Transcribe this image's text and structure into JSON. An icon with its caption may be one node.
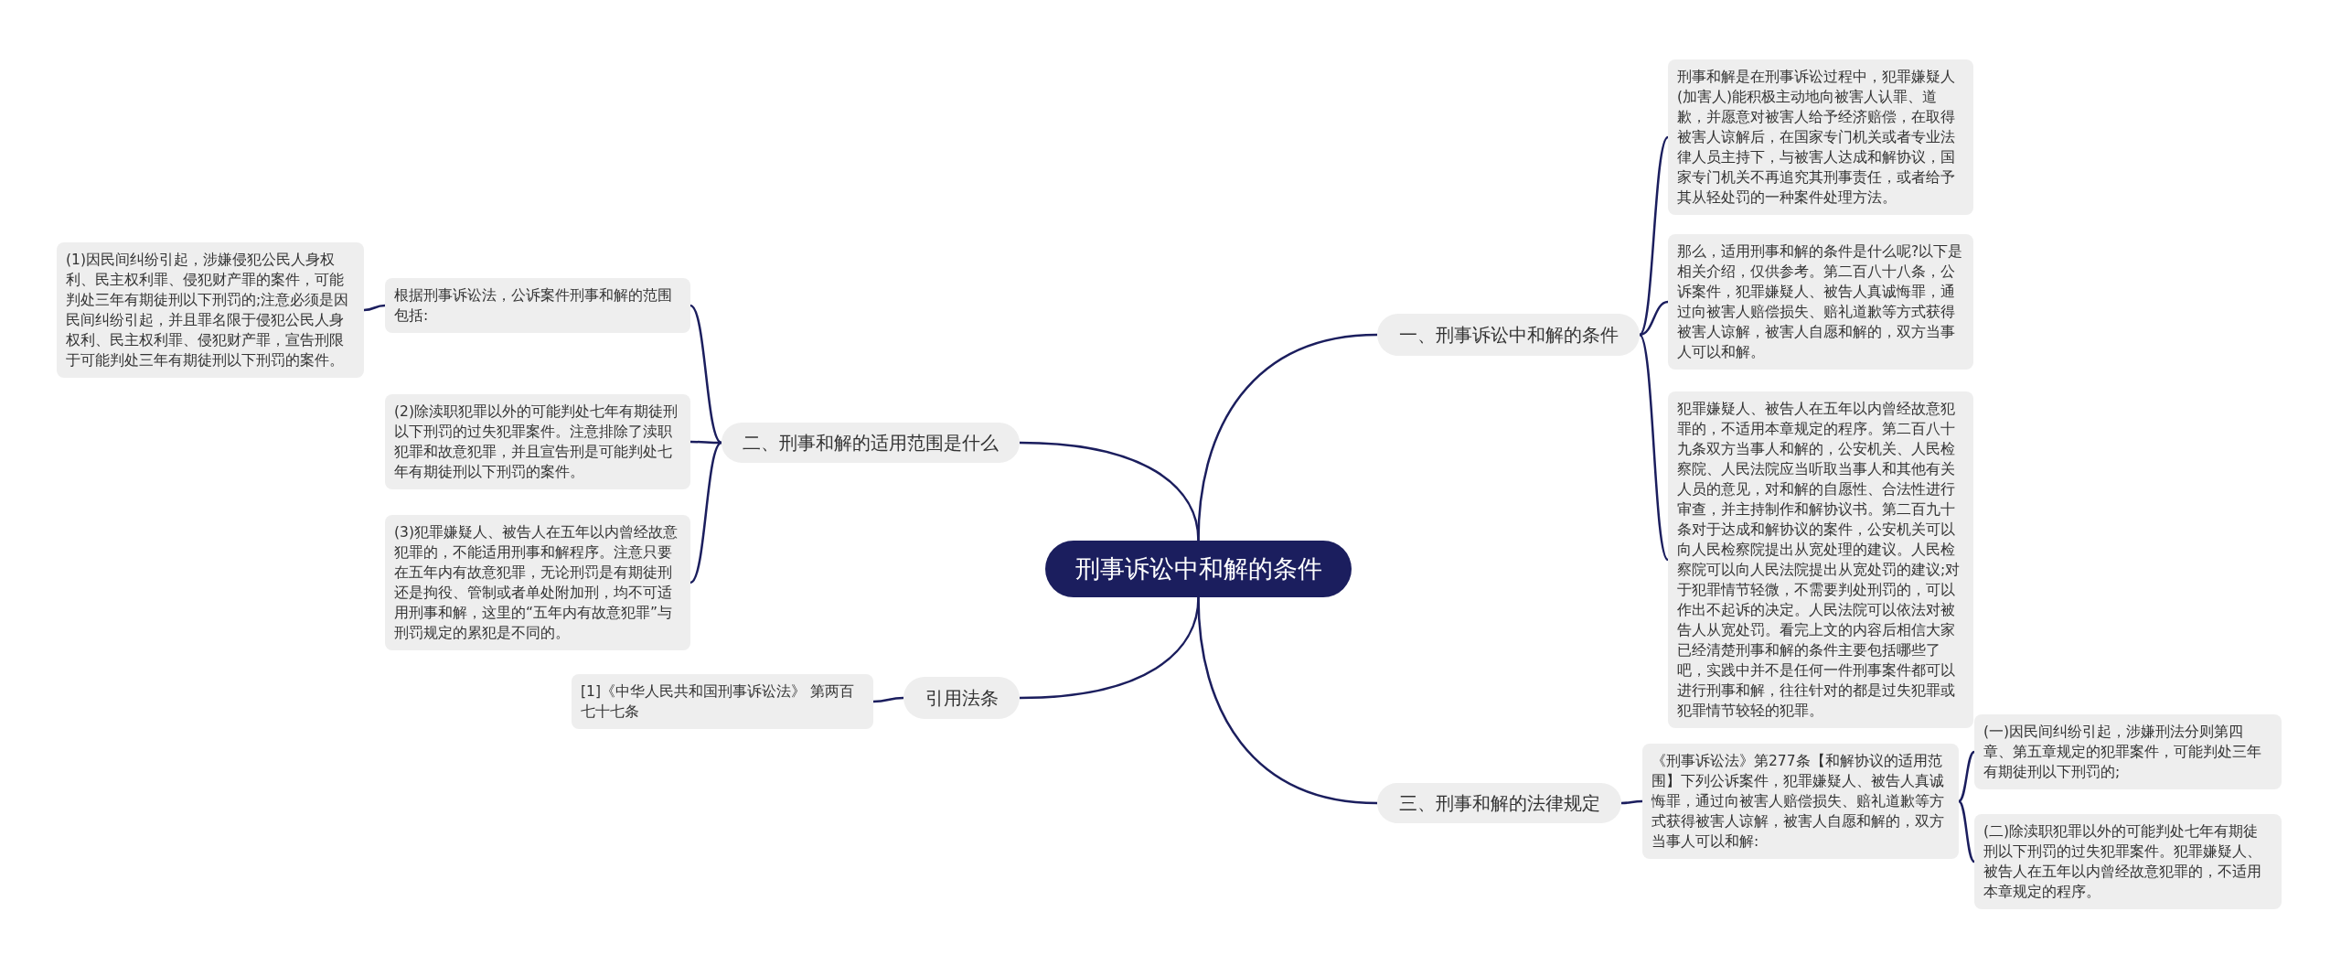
{
  "diagram": {
    "nodes": [
      {
        "text": [
          "刑事诉讼中和解的条件"
        ]
      },
      {
        "text": [
          "一、刑事诉讼中和解的条件"
        ]
      },
      {
        "text": [
          "刑事和解是在刑事诉讼过程中，犯罪嫌疑人(加害人)能积极主动地向被害人认罪、道歉，并愿意对被害人给予经济赔偿，在取得被害人谅解后，在国家专门机关或者专业法律人员主持下，与被害人达成和解协议，国家专门机关不再追究其刑事责任，或者给予其从轻处罚的一种案件处理方法。"
        ]
      },
      {
        "text": [
          "那么，适用刑事和解的条件是什么呢?以下是相关介绍，仅供参考。第二百八十八条，公诉案件，犯罪嫌疑人、被告人真诚悔罪，通过向被害人赔偿损失、赔礼道歉等方式获得被害人谅解，被害人自愿和解的，双方当事人可以和解。"
        ]
      },
      {
        "text": [
          "犯罪嫌疑人、被告人在五年以内曾经故意犯罪的，不适用本章规定的程序。第二百八十九条双方当事人和解的，公安机关、人民检察院、人民法院应当听取当事人和其他有关人员的意见，对和解的自愿性、合法性进行审查，并主持制作和解协议书。第二百九十条对于达成和解协议的案件，公安机关可以向人民检察院提出从宽处理的建议。人民检察院可以向人民法院提出从宽处罚的建议;对于犯罪情节轻微，不需要判处刑罚的，可以作出不起诉的决定。人民法院可以依法对被告人从宽处罚。看完上文的内容后相信大家已经清楚刑事和解的条件主要包括哪些了吧，实践中并不是任何一件刑事案件都可以进行刑事和解，往往针对的都是过失犯罪或犯罪情节较轻的犯罪。"
        ]
      },
      {
        "text": [
          "二、刑事和解的适用范围是什么"
        ]
      },
      {
        "text": [
          "根据刑事诉讼法，公诉案件刑事和解的范围包括:"
        ]
      },
      {
        "text": [
          "(1)因民间纠纷引起，涉嫌侵犯公民人身权利、民主权利罪、侵犯财产罪的案件，可能判处三年有期徒刑以下刑罚的;注意必须是因民间纠纷引起，并且罪名限于侵犯公民人身权利、民主权利罪、侵犯财产罪，宣告刑限于可能判处三年有期徒刑以下刑罚的案件。"
        ]
      },
      {
        "text": [
          "(2)除渎职犯罪以外的可能判处七年有期徒刑以下刑罚的过失犯罪案件。注意排除了渎职犯罪和故意犯罪，并且宣告刑是可能判处七年有期徒刑以下刑罚的案件。"
        ]
      },
      {
        "text": [
          "(3)犯罪嫌疑人、被告人在五年以内曾经故意犯罪的，不能适用刑事和解程序。注意只要在五年内有故意犯罪，无论刑罚是有期徒刑还是拘役、管制或者单处附加刑，均不可适用刑事和解，这里的“五年内有故意犯罪”与刑罚规定的累犯是不同的。"
        ]
      },
      {
        "text": [
          "引用法条"
        ]
      },
      {
        "text": [
          "[1]《中华人民共和国刑事诉讼法》 第两百七十七条"
        ]
      },
      {
        "text": [
          "三、刑事和解的法律规定"
        ]
      },
      {
        "text": [
          "《刑事诉讼法》第277条【和解协议的适用范围】下列公诉案件，犯罪嫌疑人、被告人真诚悔罪，通过向被害人赔偿损失、赔礼道歉等方式获得被害人谅解，被害人自愿和解的，双方当事人可以和解:"
        ]
      },
      {
        "text": [
          "(一)因民间纠纷引起，涉嫌刑法分则第四章、第五章规定的犯罪案件，可能判处三年有期徒刑以下刑罚的;"
        ]
      },
      {
        "text": [
          "(二)除渎职犯罪以外的可能判处七年有期徒刑以下刑罚的过失犯罪案件。犯罪嫌疑人、被告人在五年以内曾经故意犯罪的，不适用本章规定的程序。"
        ]
      }
    ],
    "edges": [
      {
        "from": 0,
        "to": 1,
        "arrow": "none"
      },
      {
        "from": 1,
        "to": 2,
        "arrow": "none"
      },
      {
        "from": 1,
        "to": 3,
        "arrow": "none"
      },
      {
        "from": 1,
        "to": 4,
        "arrow": "none"
      },
      {
        "from": 0,
        "to": 5,
        "arrow": "none"
      },
      {
        "from": 5,
        "to": 6,
        "arrow": "none"
      },
      {
        "from": 6,
        "to": 7,
        "arrow": "none"
      },
      {
        "from": 5,
        "to": 8,
        "arrow": "none"
      },
      {
        "from": 5,
        "to": 9,
        "arrow": "none"
      },
      {
        "from": 0,
        "to": 10,
        "arrow": "none"
      },
      {
        "from": 10,
        "to": 11,
        "arrow": "none"
      },
      {
        "from": 0,
        "to": 12,
        "arrow": "none"
      },
      {
        "from": 12,
        "to": 13,
        "arrow": "none"
      },
      {
        "from": 13,
        "to": 14,
        "arrow": "none"
      },
      {
        "from": 13,
        "to": 15,
        "arrow": "none"
      }
    ]
  }
}
